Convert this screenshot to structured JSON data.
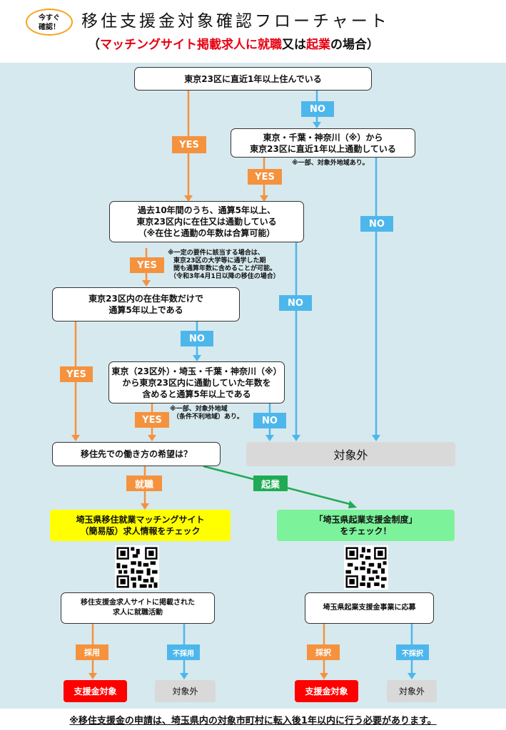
{
  "header": {
    "badge_line1": "今すぐ",
    "badge_line2": "確認！",
    "title": "移住支援金対象確認フローチャート",
    "subtitle_open": "（",
    "subtitle_red1": "マッチングサイト掲載求人に就職",
    "subtitle_mid1": "又は",
    "subtitle_red2": "起業",
    "subtitle_close": "の場合）"
  },
  "nodes": {
    "q1": "東京23区に直近1年以上住んでいる",
    "q2_line1": "東京・千葉・神奈川（※）から",
    "q2_line2": "東京23区に直近1年以上通勤している",
    "q2_note": "※一部、対象外地域あり。",
    "q3_line1": "過去10年間のうち、通算5年以上、",
    "q3_line2": "東京23区内に在住又は通勤している",
    "q3_line3": "（※在住と通勤の年数は合算可能）",
    "q3_note1": "※一定の要件に該当する場合は、",
    "q3_note2": "東京23区の大学等に通学した期",
    "q3_note3": "間も通算年数に含めることが可能。",
    "q3_note4": "（令和3年4月1日以降の移住の場合）",
    "q4_line1": "東京23区内の在住年数だけで",
    "q4_line2": "通算5年以上である",
    "q5_line1": "東京（23区外）・埼玉・千葉・神奈川（※）",
    "q5_line2": "から東京23区内に通勤していた年数を",
    "q5_line3": "含めると通算5年以上である",
    "q5_note1": "※一部、対象外地域",
    "q5_note2": "（条件不利地域）あり。",
    "q6": "移住先での働き方の希望は？",
    "out_main": "対象外",
    "job_line1": "埼玉県移住就業マッチングサイト",
    "job_line2": "（簡易版）求人情報をチェック",
    "biz_line1": "「埼玉県起業支援金制度」",
    "biz_line2": "をチェック！",
    "job_act_line1": "移住支援金求人サイトに掲載された",
    "job_act_line2": "求人に就職活動",
    "biz_act": "埼玉県起業支援金事業に応募",
    "target1": "支援金対象",
    "target2": "支援金対象",
    "out_job": "対象外",
    "out_biz": "対象外"
  },
  "labels": {
    "yes": "YES",
    "no": "NO",
    "shuushoku": "就職",
    "kigyou": "起業",
    "saiyou": "採用",
    "fusaiyou": "不採用",
    "saitaku": "採択",
    "fusaitaku": "不採択"
  },
  "footer": {
    "note": "※移住支援金の申請は、埼玉県内の対象市町村に転入後1年以内に行う必要があります。"
  },
  "colors": {
    "panel": "#d6e9ee",
    "yes": "#f5923e",
    "no": "#4db7ec",
    "kigyou": "#1fab54",
    "job_box": "#ffff00",
    "biz_box": "#7cf29a",
    "target": "#ff0000",
    "out": "#d9d9d9",
    "accent_red": "#e60012"
  }
}
